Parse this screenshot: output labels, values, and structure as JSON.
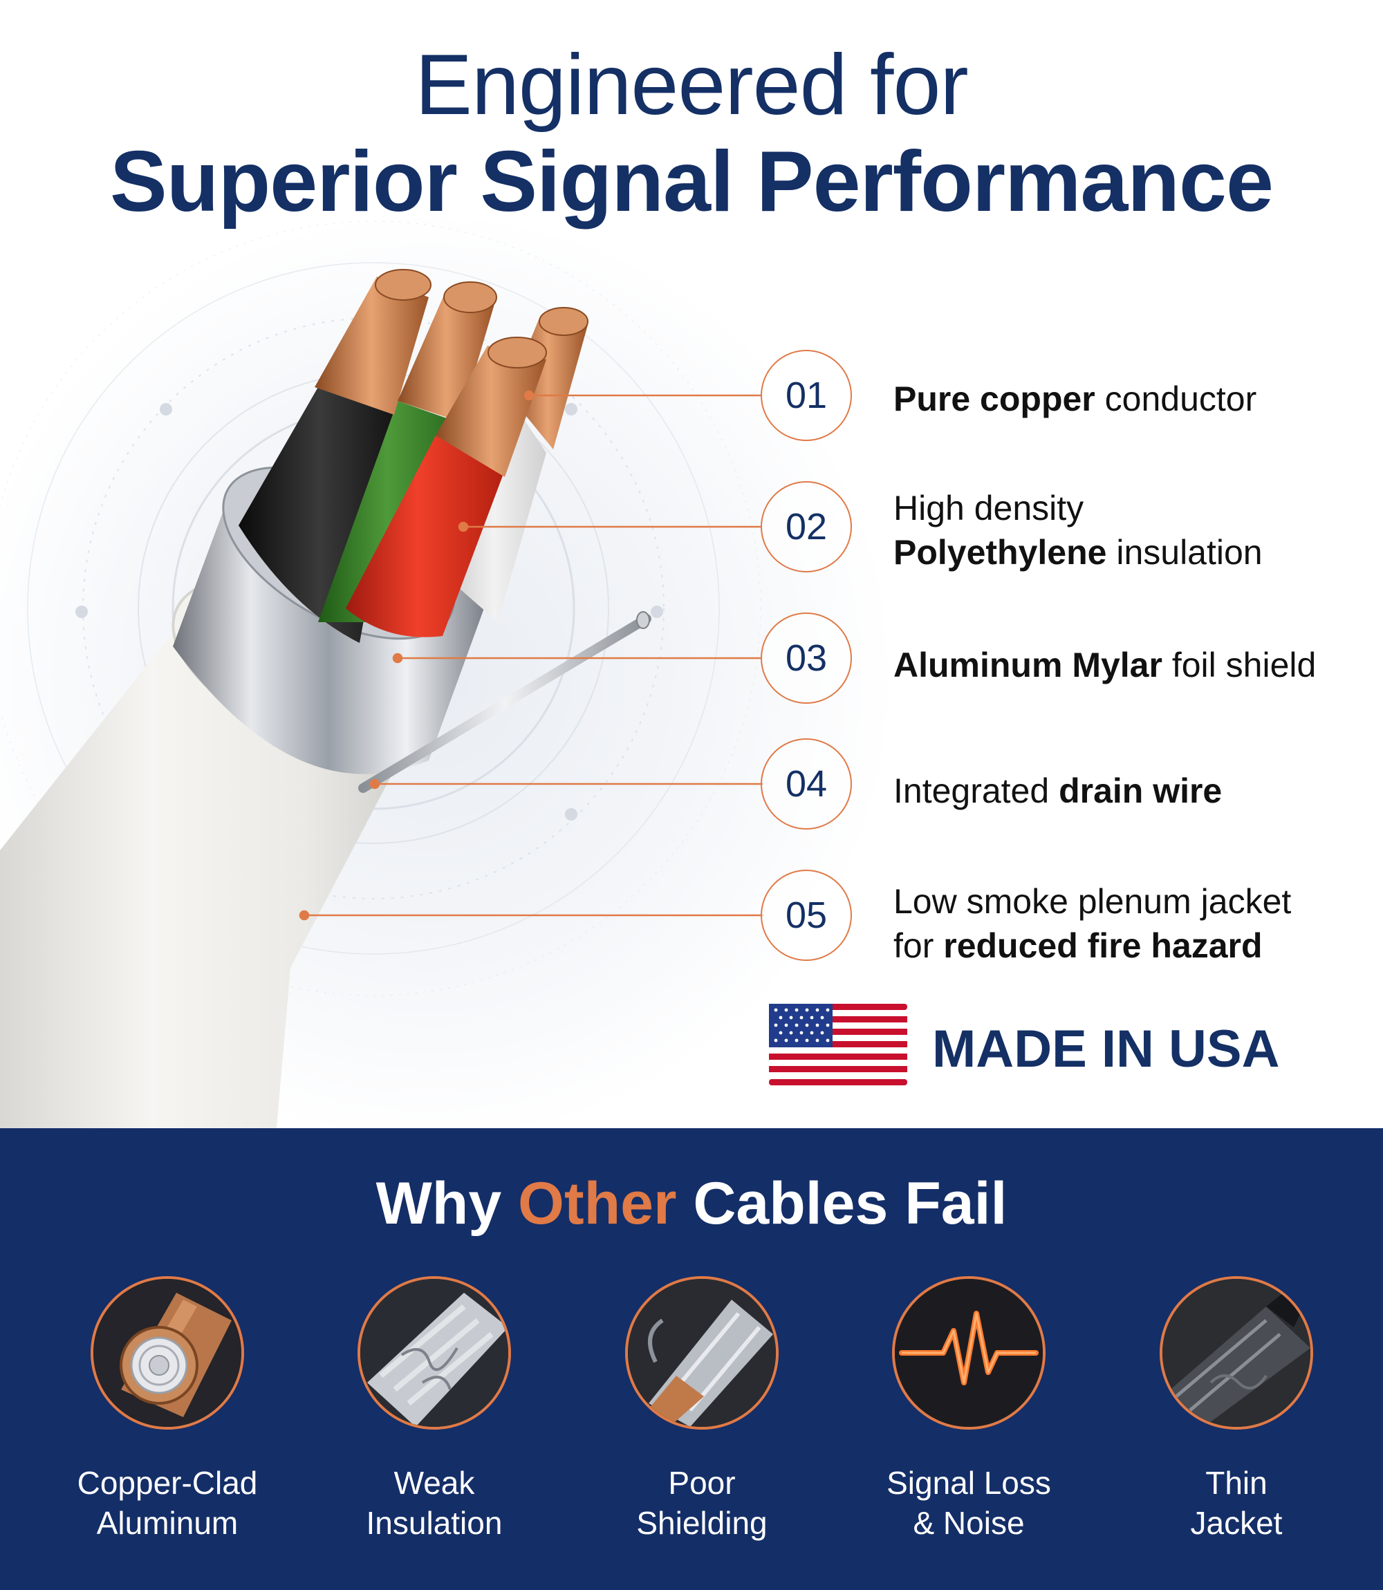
{
  "title": {
    "line1": "Engineered for",
    "line2": "Superior Signal Performance"
  },
  "features": [
    {
      "number": "01",
      "pre": "",
      "bold": "Pure copper",
      "post": " conductor",
      "line2_pre": "",
      "line2_bold": "",
      "line2_post": ""
    },
    {
      "number": "02",
      "pre": "High density",
      "bold": "",
      "post": "",
      "line2_pre": "",
      "line2_bold": "Polyethylene",
      "line2_post": " insulation"
    },
    {
      "number": "03",
      "pre": "",
      "bold": "Aluminum Mylar",
      "post": " foil shield",
      "line2_pre": "",
      "line2_bold": "",
      "line2_post": ""
    },
    {
      "number": "04",
      "pre": "Integrated ",
      "bold": "drain wire",
      "post": "",
      "line2_pre": "",
      "line2_bold": "",
      "line2_post": ""
    },
    {
      "number": "05",
      "pre": "Low smoke plenum jacket",
      "bold": "",
      "post": "",
      "line2_pre": "for ",
      "line2_bold": "reduced fire hazard",
      "line2_post": ""
    }
  ],
  "made_in": "MADE IN USA",
  "why": {
    "pre": "Why ",
    "highlight": "Other",
    "post": " Cables Fail"
  },
  "failures": [
    {
      "line1": "Copper-Clad",
      "line2": "Aluminum",
      "icon": "copper-clad-aluminum-icon"
    },
    {
      "line1": "Weak",
      "line2": "Insulation",
      "icon": "weak-insulation-icon"
    },
    {
      "line1": "Poor",
      "line2": "Shielding",
      "icon": "poor-shielding-icon"
    },
    {
      "line1": "Signal Loss",
      "line2": "& Noise",
      "icon": "signal-loss-icon"
    },
    {
      "line1": "Thin",
      "line2": "Jacket",
      "icon": "thin-jacket-icon"
    }
  ],
  "colors": {
    "navy": "#142e67",
    "accent": "#e07a47",
    "copper": "#c8784a"
  }
}
